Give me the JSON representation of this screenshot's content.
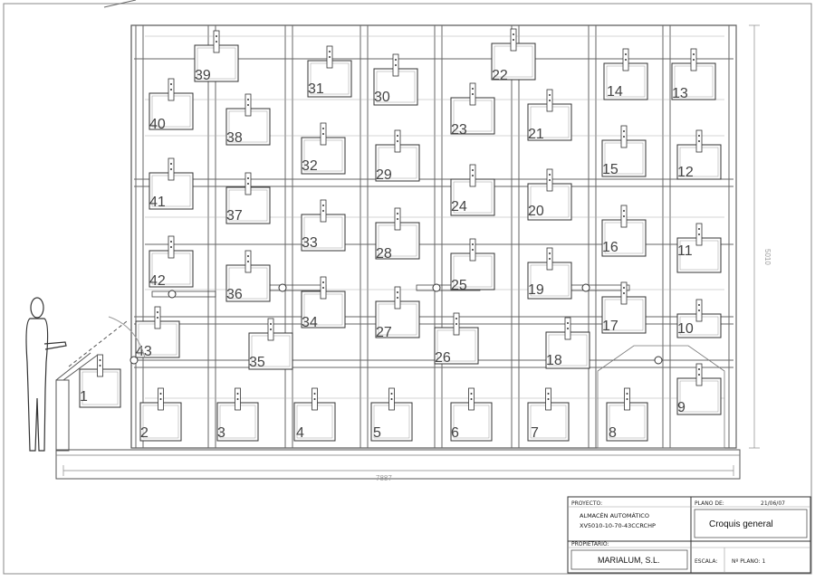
{
  "drawing": {
    "overall_width_label": "7887",
    "height_label": "5010",
    "bins": [
      {
        "n": "1"
      },
      {
        "n": "2"
      },
      {
        "n": "3"
      },
      {
        "n": "4"
      },
      {
        "n": "5"
      },
      {
        "n": "6"
      },
      {
        "n": "7"
      },
      {
        "n": "8"
      },
      {
        "n": "9"
      },
      {
        "n": "10"
      },
      {
        "n": "11"
      },
      {
        "n": "12"
      },
      {
        "n": "13"
      },
      {
        "n": "14"
      },
      {
        "n": "15"
      },
      {
        "n": "16"
      },
      {
        "n": "17"
      },
      {
        "n": "18"
      },
      {
        "n": "19"
      },
      {
        "n": "20"
      },
      {
        "n": "21"
      },
      {
        "n": "22"
      },
      {
        "n": "23"
      },
      {
        "n": "24"
      },
      {
        "n": "25"
      },
      {
        "n": "26"
      },
      {
        "n": "27"
      },
      {
        "n": "28"
      },
      {
        "n": "29"
      },
      {
        "n": "30"
      },
      {
        "n": "31"
      },
      {
        "n": "32"
      },
      {
        "n": "33"
      },
      {
        "n": "34"
      },
      {
        "n": "35"
      },
      {
        "n": "36"
      },
      {
        "n": "37"
      },
      {
        "n": "38"
      },
      {
        "n": "39"
      },
      {
        "n": "40"
      },
      {
        "n": "41"
      },
      {
        "n": "42"
      },
      {
        "n": "43"
      }
    ]
  },
  "title_block": {
    "proyecto_label": "PROYECTO:",
    "proyecto_line1": "ALMACÉN AUTOMÁTICO",
    "proyecto_line2": "XV5010-10-70-43CCRCHP",
    "plano_de_label": "PLANO DE:",
    "date": "21/06/07",
    "plano_title": "Croquis general",
    "propietario_label": "PROPIETARIO:",
    "propietario": "MARIALUM, S.L.",
    "escala_label": "ESCALA:",
    "plano_no_label": "Nº PLANO: 1"
  }
}
